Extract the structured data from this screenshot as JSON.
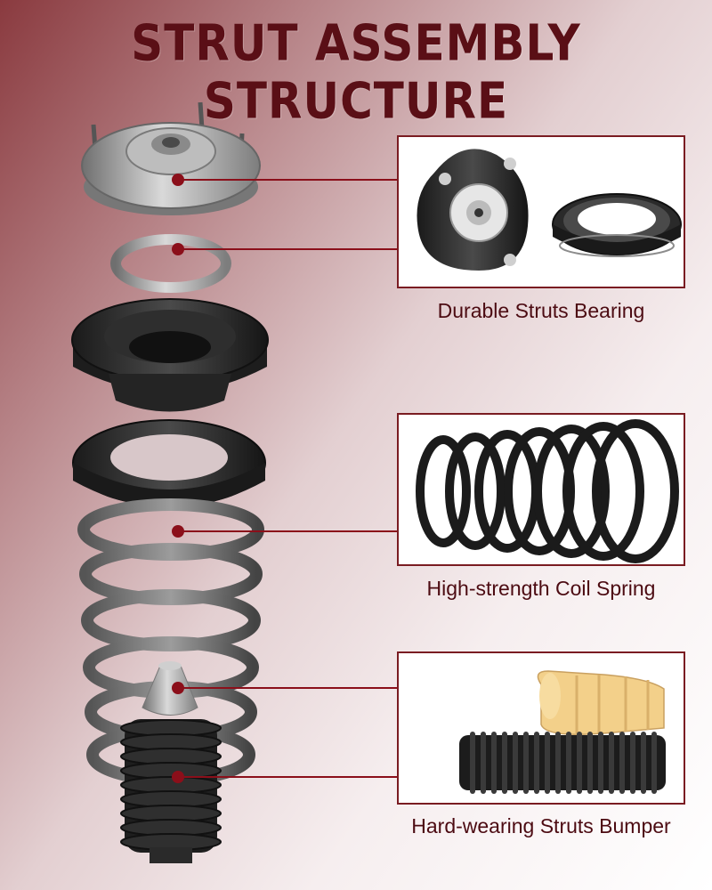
{
  "title": "STRUT ASSEMBLY STRUCTURE",
  "colors": {
    "accent": "#7a1c22",
    "marker": "#8b0f1a",
    "title": "#5a0f16",
    "rubber": "#2b2b2b",
    "metal": "#9a9a9a",
    "bumper_foam": "#f3d08a"
  },
  "callouts": [
    {
      "caption": "Durable Struts Bearing",
      "icon": "strut-bearing-icon"
    },
    {
      "caption": "High-strength Coil Spring",
      "icon": "coil-spring-icon"
    },
    {
      "caption": "Hard-wearing Struts Bumper",
      "icon": "strut-bumper-icon"
    }
  ]
}
